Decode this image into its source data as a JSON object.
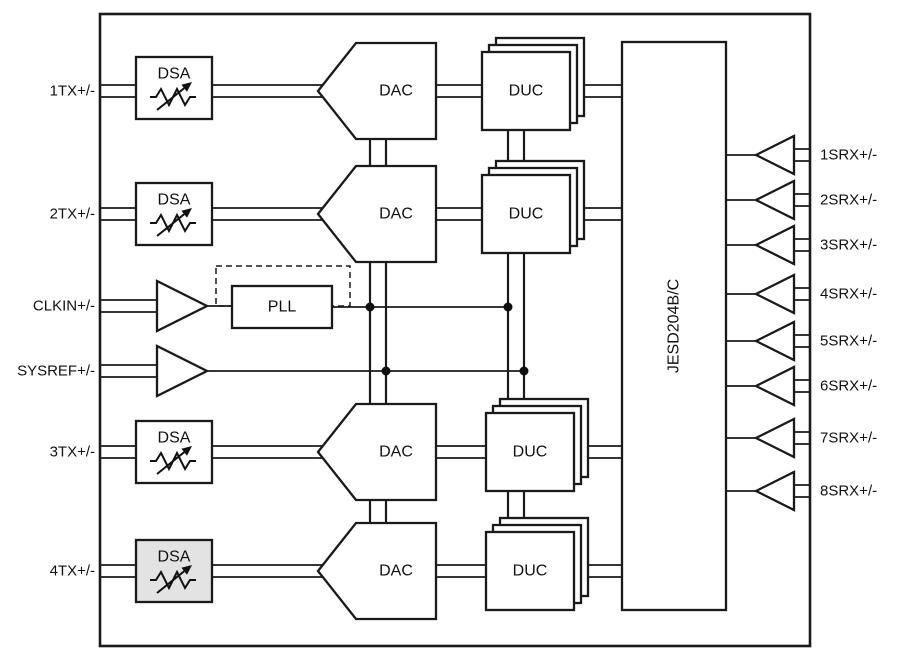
{
  "diagram": {
    "blocks": {
      "dsa": "DSA",
      "dac": "DAC",
      "duc": "DUC",
      "pll": "PLL",
      "jesd": "JESD204B/C"
    },
    "left_ports": [
      {
        "label": "1TX+/-"
      },
      {
        "label": "2TX+/-"
      },
      {
        "label": "CLKIN+/-"
      },
      {
        "label": "SYSREF+/-"
      },
      {
        "label": "3TX+/-"
      },
      {
        "label": "4TX+/-"
      }
    ],
    "right_ports": [
      {
        "label": "1SRX+/-"
      },
      {
        "label": "2SRX+/-"
      },
      {
        "label": "3SRX+/-"
      },
      {
        "label": "4SRX+/-"
      },
      {
        "label": "5SRX+/-"
      },
      {
        "label": "6SRX+/-"
      },
      {
        "label": "7SRX+/-"
      },
      {
        "label": "8SRX+/-"
      }
    ],
    "colors": {
      "line": "#1a1a1a",
      "block_fill": "#ffffff",
      "disabled_block_fill": "#e3e3e3",
      "background": "#ffffff"
    }
  }
}
